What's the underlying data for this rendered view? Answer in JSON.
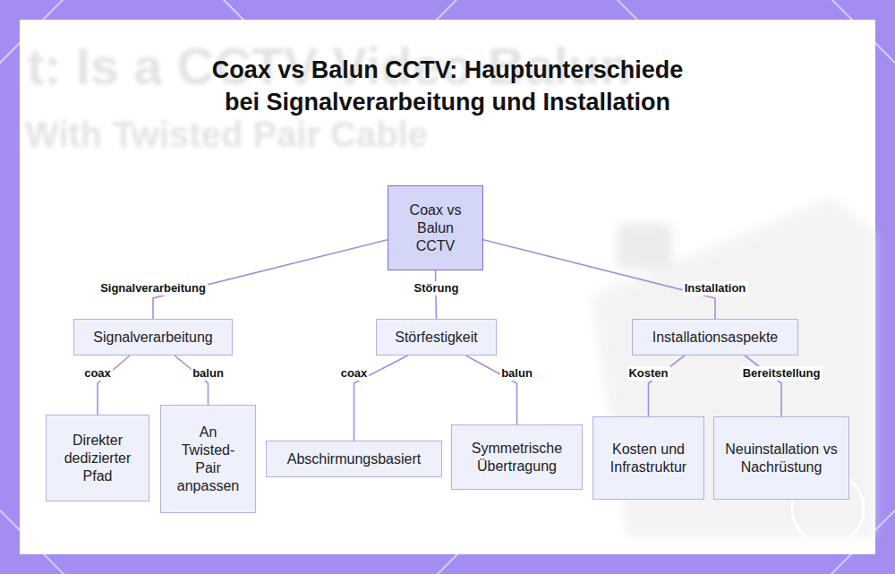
{
  "diagram": {
    "title": "Coax vs Balun CCTV: Hauptunterschiede bei Signalverarbeitung und Installation",
    "nodes": [
      {
        "text": [
          "Coax vs Balun CCTV"
        ]
      },
      {
        "text": [
          "Signalverarbeitung"
        ]
      },
      {
        "text": [
          "Störfestigkeit"
        ]
      },
      {
        "text": [
          "Installationsaspekte"
        ]
      },
      {
        "text": [
          "Direkter dedizierter Pfad"
        ]
      },
      {
        "text": [
          "An Twisted-Pair anpassen"
        ]
      },
      {
        "text": [
          "Abschirmungsbasiert"
        ]
      },
      {
        "text": [
          "Symmetrische Übertragung"
        ]
      },
      {
        "text": [
          "Kosten und Infrastruktur"
        ]
      },
      {
        "text": [
          "Neuinstallation vs Nachrüstung"
        ]
      }
    ],
    "edges": [
      {
        "from": 0,
        "to": 1,
        "label": "Signalverarbeitung",
        "arrow": "none"
      },
      {
        "from": 0,
        "to": 2,
        "label": "Störung",
        "arrow": "none"
      },
      {
        "from": 0,
        "to": 3,
        "label": "Installation",
        "arrow": "none"
      },
      {
        "from": 1,
        "to": 4,
        "label": "coax",
        "arrow": "none"
      },
      {
        "from": 1,
        "to": 5,
        "label": "balun",
        "arrow": "none"
      },
      {
        "from": 2,
        "to": 6,
        "label": "coax",
        "arrow": "none"
      },
      {
        "from": 2,
        "to": 7,
        "label": "balun",
        "arrow": "none"
      },
      {
        "from": 3,
        "to": 8,
        "label": "Kosten",
        "arrow": "none"
      },
      {
        "from": 3,
        "to": 9,
        "label": "Bereitstellung",
        "arrow": "none"
      }
    ],
    "labels": [
      "t: Is a CCTV Video Balun",
      "With Twisted Pair Cable"
    ]
  }
}
